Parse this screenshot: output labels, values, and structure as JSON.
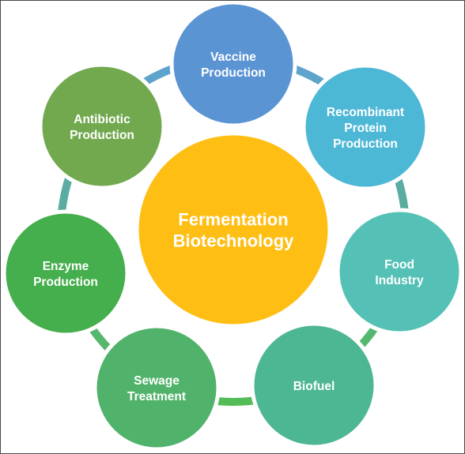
{
  "diagram": {
    "center": {
      "lines": [
        "Fermentation",
        "Biotechnology"
      ],
      "color": "#FFBE14"
    },
    "ring_color_a": "#5FA2D2",
    "ring_color_b": "#53BC57",
    "nodes": [
      {
        "id": "vaccine-production",
        "lines": [
          "Vaccine",
          "Production"
        ],
        "color": "#5B94D3"
      },
      {
        "id": "recombinant-protein-production",
        "lines": [
          "Recombinant",
          "Protein",
          "Production"
        ],
        "color": "#4DB8D6"
      },
      {
        "id": "food-industry",
        "lines": [
          "Food",
          "Industry"
        ],
        "color": "#55C1B6"
      },
      {
        "id": "biofuel",
        "lines": [
          "Biofuel"
        ],
        "color": "#4DB793"
      },
      {
        "id": "sewage-treatment",
        "lines": [
          "Sewage",
          "Treatment"
        ],
        "color": "#51B36B"
      },
      {
        "id": "enzyme-production",
        "lines": [
          "Enzyme",
          "Production"
        ],
        "color": "#45AE4D"
      },
      {
        "id": "antibiotic-production",
        "lines": [
          "Antibiotic",
          "Production"
        ],
        "color": "#72A94F"
      }
    ]
  }
}
